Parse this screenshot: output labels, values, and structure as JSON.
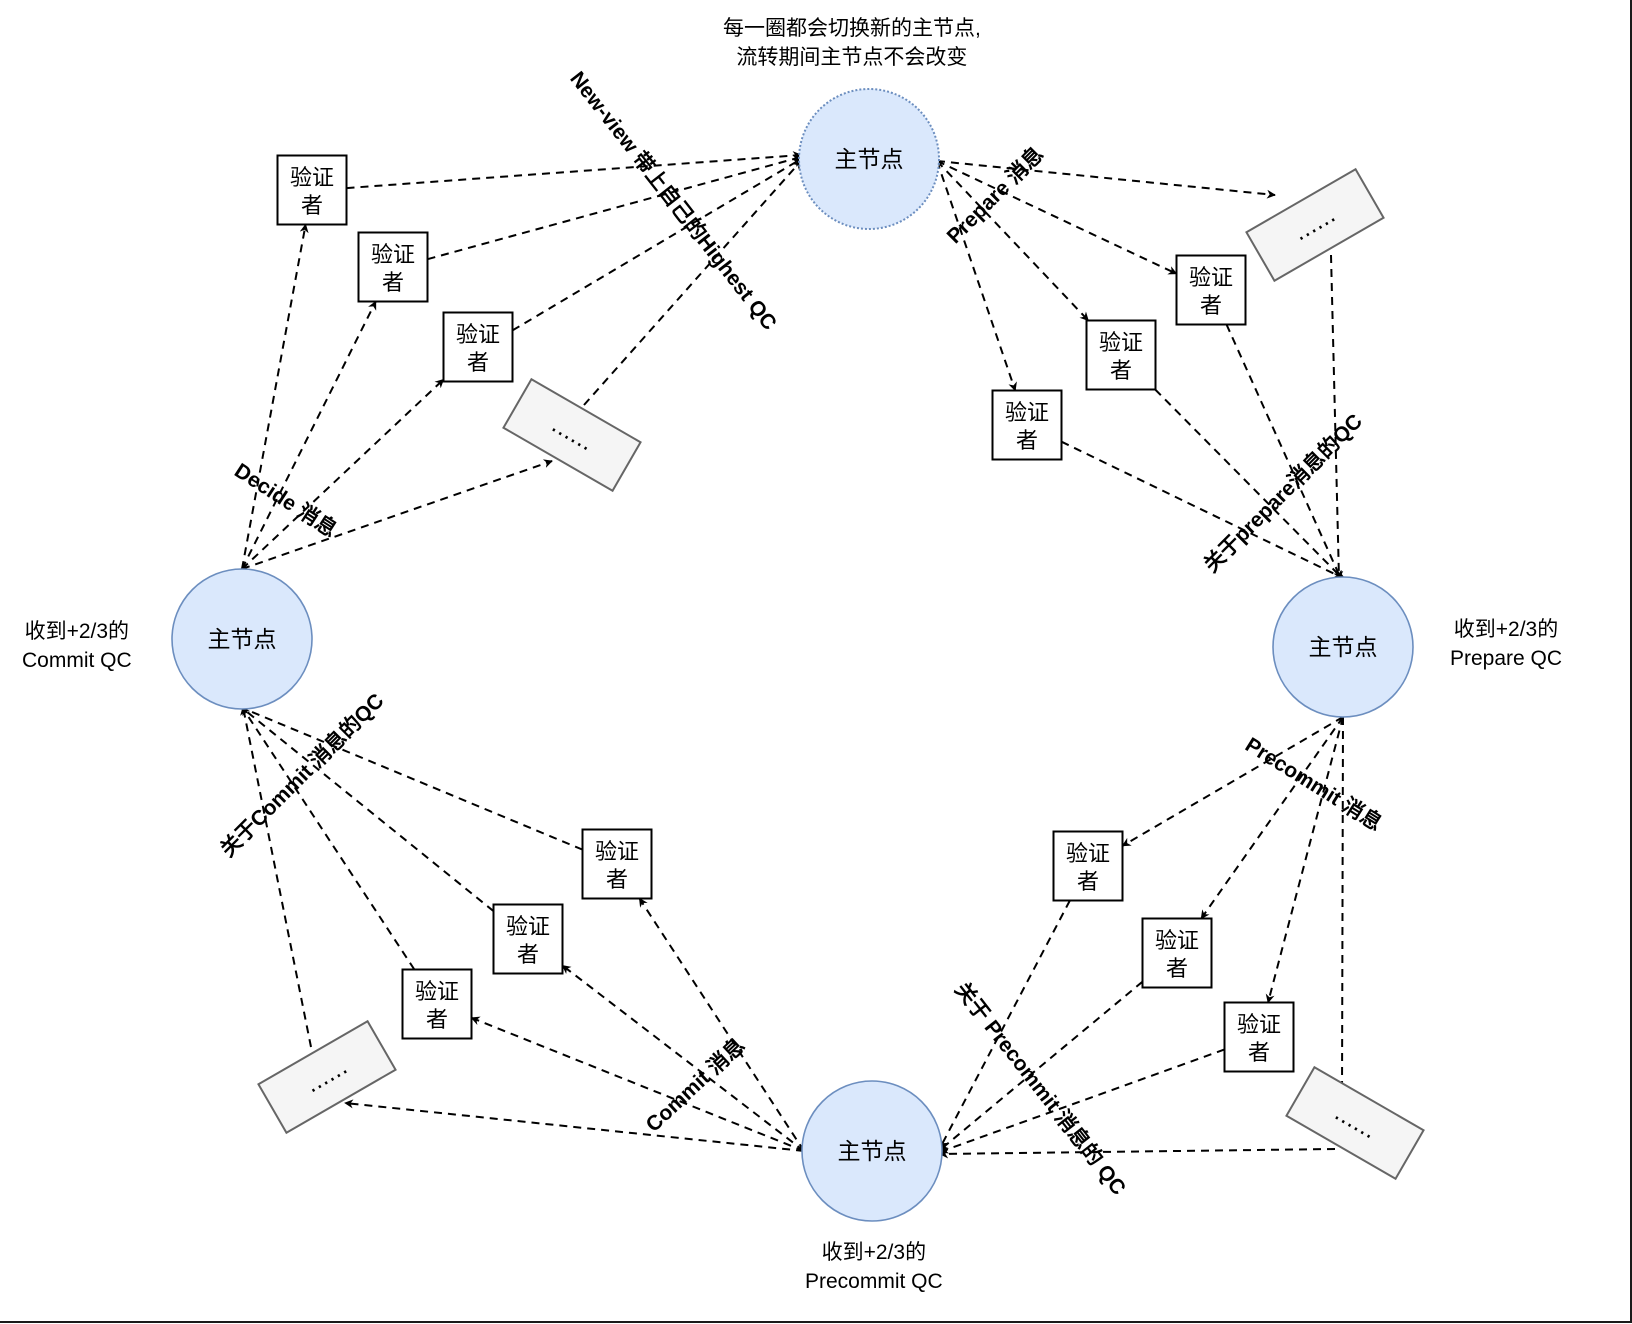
{
  "title_note": {
    "line1": "每一圈都会切换新的主节点,",
    "line2": "流转期间主节点不会改变"
  },
  "leader_label": "主节点",
  "validator_label_line1": "验证",
  "validator_label_line2": "者",
  "ellipsis_label": "……",
  "notes": {
    "right": {
      "line1": "收到+2/3的",
      "line2": "Prepare QC"
    },
    "bottom": {
      "line1": "收到+2/3的",
      "line2": "Precommit QC"
    },
    "left": {
      "line1": "收到+2/3的",
      "line2": "Commit QC"
    }
  },
  "edge_labels": {
    "new_view": "New-view 带上自己的Highest QC",
    "prepare": "Prepare 消息",
    "prepare_qc": "关于prepare消息的QC",
    "precommit": "Precommit 消息",
    "precommit_qc": "关于 Precommit 消息的 QC",
    "commit": "Commit 消息",
    "commit_qc": "关于Commit 消息的QC",
    "decide": "Decide 消息"
  },
  "colors": {
    "leader_fill": "#dae8fc",
    "leader_stroke": "#6c8ebf",
    "ellipsis_fill": "#f5f5f5",
    "ellipsis_stroke": "#666666",
    "edge": "#000000"
  }
}
